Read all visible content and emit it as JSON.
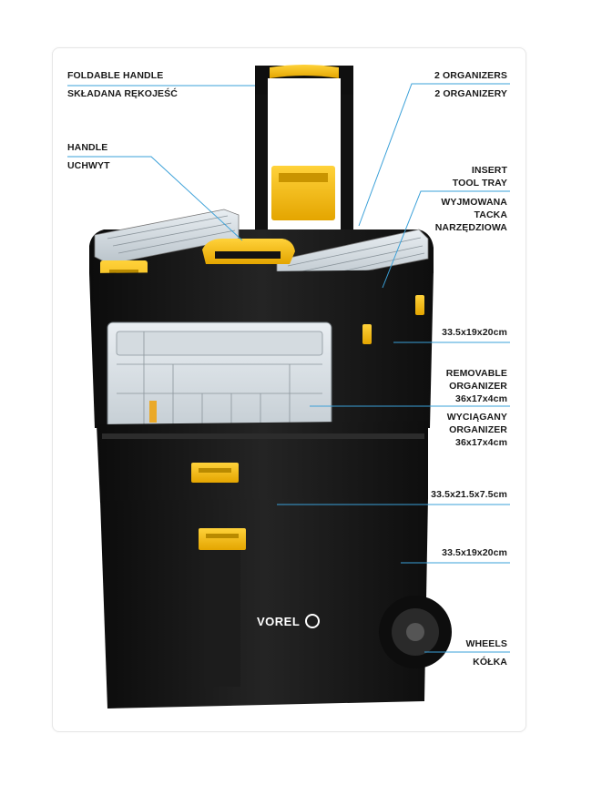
{
  "brand": {
    "logo_text": "VOREL"
  },
  "labels": {
    "foldable_handle_en": "FOLDABLE HANDLE",
    "foldable_handle_pl": "SKŁADANA RĘKOJEŚĆ",
    "handle_en": "HANDLE",
    "handle_pl": "UCHWYT",
    "organizers_en": "2 ORGANIZERS",
    "organizers_pl": "2 ORGANIZERY",
    "insert_en_1": "INSERT",
    "insert_en_2": "TOOL TRAY",
    "insert_pl_1": "WYJMOWANA",
    "insert_pl_2": "TACKA",
    "insert_pl_3": "NARZĘDZIOWA",
    "top_dim": "33.5x19x20cm",
    "removable_en_1": "REMOVABLE",
    "removable_en_2": "ORGANIZER",
    "removable_en_dim": "36x17x4cm",
    "removable_pl_1": "WYCIĄGANY",
    "removable_pl_2": "ORGANIZER",
    "removable_pl_dim": "36x17x4cm",
    "middle_dim": "33.5x21.5x7.5cm",
    "bottom_dim": "33.5x19x20cm",
    "wheels_en": "WHEELS",
    "wheels_pl": "KÓŁKA"
  },
  "colors": {
    "accent_yellow": "#f5b800",
    "body_black": "#161616",
    "leader_line": "#3aa0d8"
  }
}
